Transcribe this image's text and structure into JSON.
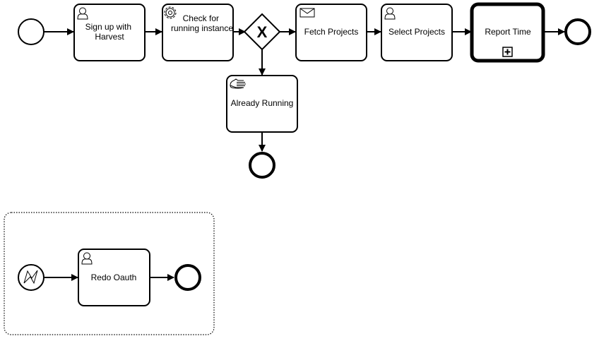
{
  "main_process": {
    "tasks": [
      {
        "id": "signup",
        "type": "user",
        "label_lines": [
          "Sign up with",
          "Harvest"
        ],
        "icon": "user-icon"
      },
      {
        "id": "check",
        "type": "service",
        "label_lines": [
          "Check for",
          "running instance"
        ],
        "icon": "gear-icon"
      },
      {
        "id": "fetch",
        "type": "receive",
        "label_lines": [
          "Fetch Projects"
        ],
        "icon": "envelope-icon"
      },
      {
        "id": "select",
        "type": "user",
        "label_lines": [
          "Select Projects"
        ],
        "icon": "user-icon"
      },
      {
        "id": "report",
        "type": "call-subprocess",
        "label_lines": [
          "Report Time"
        ],
        "icon": "plus-box-icon"
      },
      {
        "id": "already",
        "type": "manual",
        "label_lines": [
          "Already Running"
        ],
        "icon": "hand-icon"
      }
    ],
    "gateway": {
      "type": "exclusive",
      "marker": "X"
    }
  },
  "event_subprocess": {
    "start_event": {
      "type": "error",
      "icon": "lightning-icon"
    },
    "task": {
      "id": "redo",
      "type": "user",
      "label_lines": [
        "Redo Oauth"
      ],
      "icon": "user-icon"
    }
  }
}
